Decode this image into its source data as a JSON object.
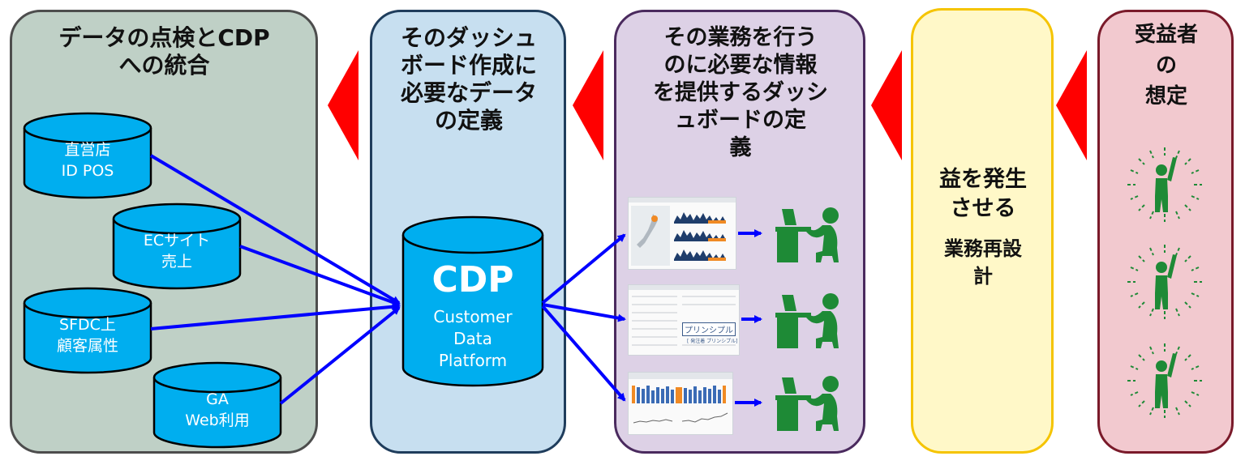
{
  "panels": [
    {
      "id": "data-check",
      "title_lines": [
        "データの点検とCDP",
        "への統合"
      ],
      "fill": "#bfd0c6",
      "border": "#4d4d4d"
    },
    {
      "id": "data-definition",
      "title_lines": [
        "そのダッシュ",
        "ボード作成に",
        "必要なデータ",
        "の定義"
      ],
      "fill": "#c7dff0",
      "border": "#1f3d5c"
    },
    {
      "id": "dashboard-definition",
      "title_lines": [
        "その業務を行う",
        "のに必要な情報",
        "を提供するダッシ",
        "ュボードの定",
        "義"
      ],
      "fill": "#ddd1e6",
      "border": "#4a2a5e"
    },
    {
      "id": "business-redesign",
      "title_lines": [
        "益を発生",
        "させる"
      ],
      "sub_lines": [
        "業務再設",
        "計"
      ],
      "fill": "#fff8c8",
      "border": "#f5c400"
    },
    {
      "id": "beneficiary",
      "title_lines": [
        "受益者",
        "の",
        "想定"
      ],
      "fill": "#f2c9cf",
      "border": "#7a1a2a"
    }
  ],
  "sources": [
    {
      "id": "direct-store",
      "lines": [
        "直営店",
        "ID POS"
      ]
    },
    {
      "id": "ec-site",
      "lines": [
        "ECサイト",
        "売上"
      ]
    },
    {
      "id": "sfdc",
      "lines": [
        "SFDC上",
        "顧客属性"
      ]
    },
    {
      "id": "ga",
      "lines": [
        "GA",
        "Web利用"
      ]
    }
  ],
  "cdp": {
    "title": "CDP",
    "lines": [
      "Customer",
      "Data",
      "Platform"
    ]
  },
  "dashboards": [
    {
      "id": "dashboard-map"
    },
    {
      "id": "dashboard-principle",
      "text": "プリンシプル",
      "subtext": "[ 発注着 プリンシプル]"
    },
    {
      "id": "dashboard-barchart"
    }
  ],
  "colors": {
    "cylinder": "#00aeef",
    "cylinder_edge": "#000000",
    "arrow": "#0000ff",
    "chevron": "#ff0000",
    "person": "#1e8a36"
  }
}
